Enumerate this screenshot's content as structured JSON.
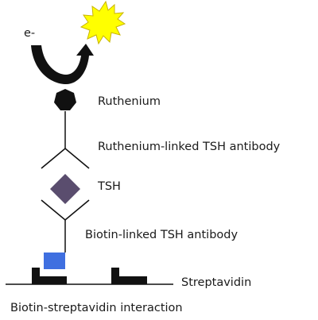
{
  "labels": {
    "electron": "e-",
    "ruthenium": "Ruthenium",
    "ruthenium_antibody": "Ruthenium-linked TSH antibody",
    "tsh": "TSH",
    "biotin_antibody": "Biotin-linked TSH antibody",
    "streptavidin": "Streptavidin",
    "interaction": "Biotin-streptavidin interaction"
  },
  "icons": {
    "light": "light-burst-icon",
    "arrow": "curved-arrow-icon",
    "ruthenium": "heptagon-icon",
    "tsh": "diamond-icon",
    "biotin": "square-icon",
    "streptavidin": "step-block-icon"
  },
  "colors": {
    "light_fill": "#ffff00",
    "light_stroke": "#c8b400",
    "ruthenium": "#111111",
    "tsh": "#5a4d6e",
    "biotin": "#3f6fe0",
    "line": "#111111"
  }
}
